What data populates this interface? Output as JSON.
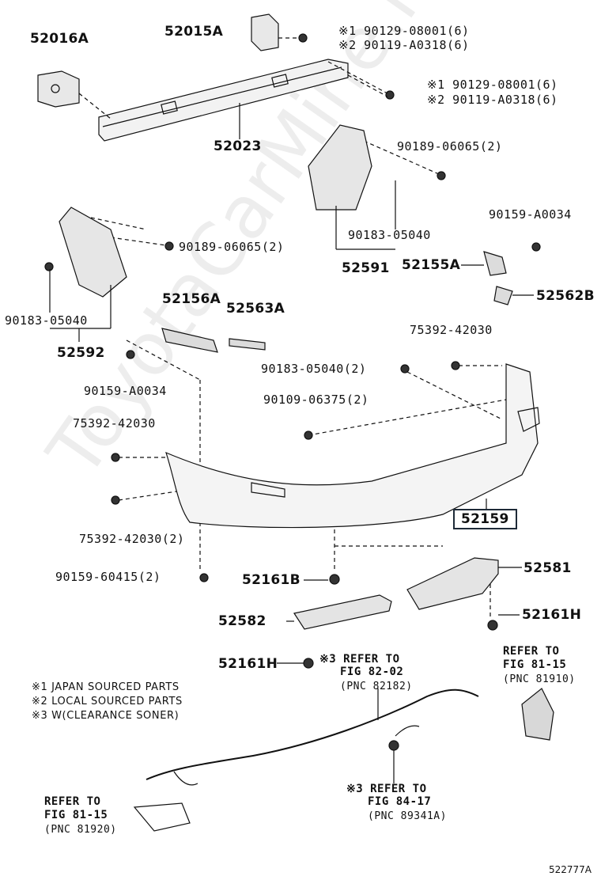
{
  "watermark": "ToyotaCarMine.ru",
  "labels": {
    "p52016A": "52016A",
    "p52015A": "52015A",
    "p52023": "52023",
    "bolt_top_1": "※1 90129-08001(6)",
    "bolt_top_2": "※2 90119-A0318(6)",
    "bolt_right_1": "※1 90129-08001(6)",
    "bolt_right_2": "※2 90119-A0318(6)",
    "p90189_right": "90189-06065(2)",
    "p90183_mid": "90183-05040",
    "p52591": "52591",
    "p90159_A0034_right": "90159-A0034",
    "p52155A": "52155A",
    "p52562B": "52562B",
    "p90189_left": "90189-06065(2)",
    "p90183_left": "90183-05040",
    "p52592": "52592",
    "p52156A": "52156A",
    "p52563A": "52563A",
    "p75392_right": "75392-42030",
    "p90183_2": "90183-05040(2)",
    "p90159_A0034_left": "90159-A0034",
    "p90109": "90109-06375(2)",
    "p75392_left": "75392-42030",
    "p52159": "52159",
    "p75392_2": "75392-42030(2)",
    "p90159_60415": "90159-60415(2)",
    "p52161B": "52161B",
    "p52581": "52581",
    "p52582": "52582",
    "p52161H_right": "52161H",
    "p52161H_left": "52161H",
    "ref_mid_l1": "※3 REFER TO",
    "ref_mid_l2": "FIG 82-02",
    "ref_mid_l3": "(PNC 82182)",
    "ref_right_l1": "REFER TO",
    "ref_right_l2": "FIG 81-15",
    "ref_right_l3": "(PNC 81910)",
    "ref_bot_left_l1": "REFER TO",
    "ref_bot_left_l2": "FIG 81-15",
    "ref_bot_left_l3": "(PNC 81920)",
    "ref_bot_mid_l1": "※3 REFER TO",
    "ref_bot_mid_l2": "FIG 84-17",
    "ref_bot_mid_l3": "(PNC 89341A)"
  },
  "notes": [
    "※1 JAPAN SOURCED PARTS",
    "※2 LOCAL SOURCED PARTS",
    "※3 W(CLEARANCE SONER)"
  ],
  "footer": "522777A",
  "highlight_color": "#1e2a38"
}
